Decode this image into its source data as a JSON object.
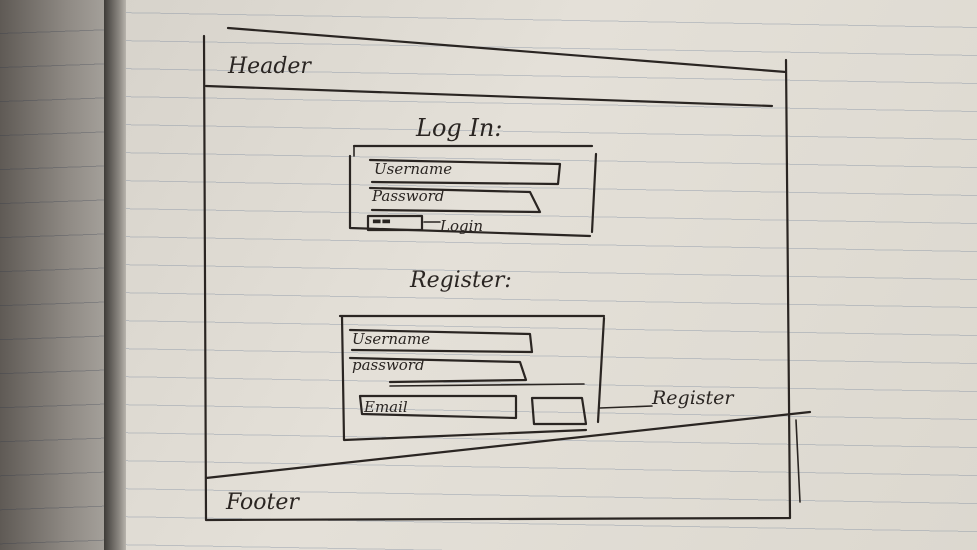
{
  "sketch": {
    "header": "Header",
    "login": {
      "title": "Log In:",
      "username": "Username",
      "password": "Password",
      "button_text": "Login"
    },
    "register": {
      "title": "Register:",
      "username": "Username",
      "password": "password",
      "email": "Email",
      "button_label": "Register"
    },
    "footer": "Footer"
  },
  "colors": {
    "ink": "#2a2522",
    "paper": "#e0dcd4",
    "rule_lines": "#8fa0b8"
  }
}
